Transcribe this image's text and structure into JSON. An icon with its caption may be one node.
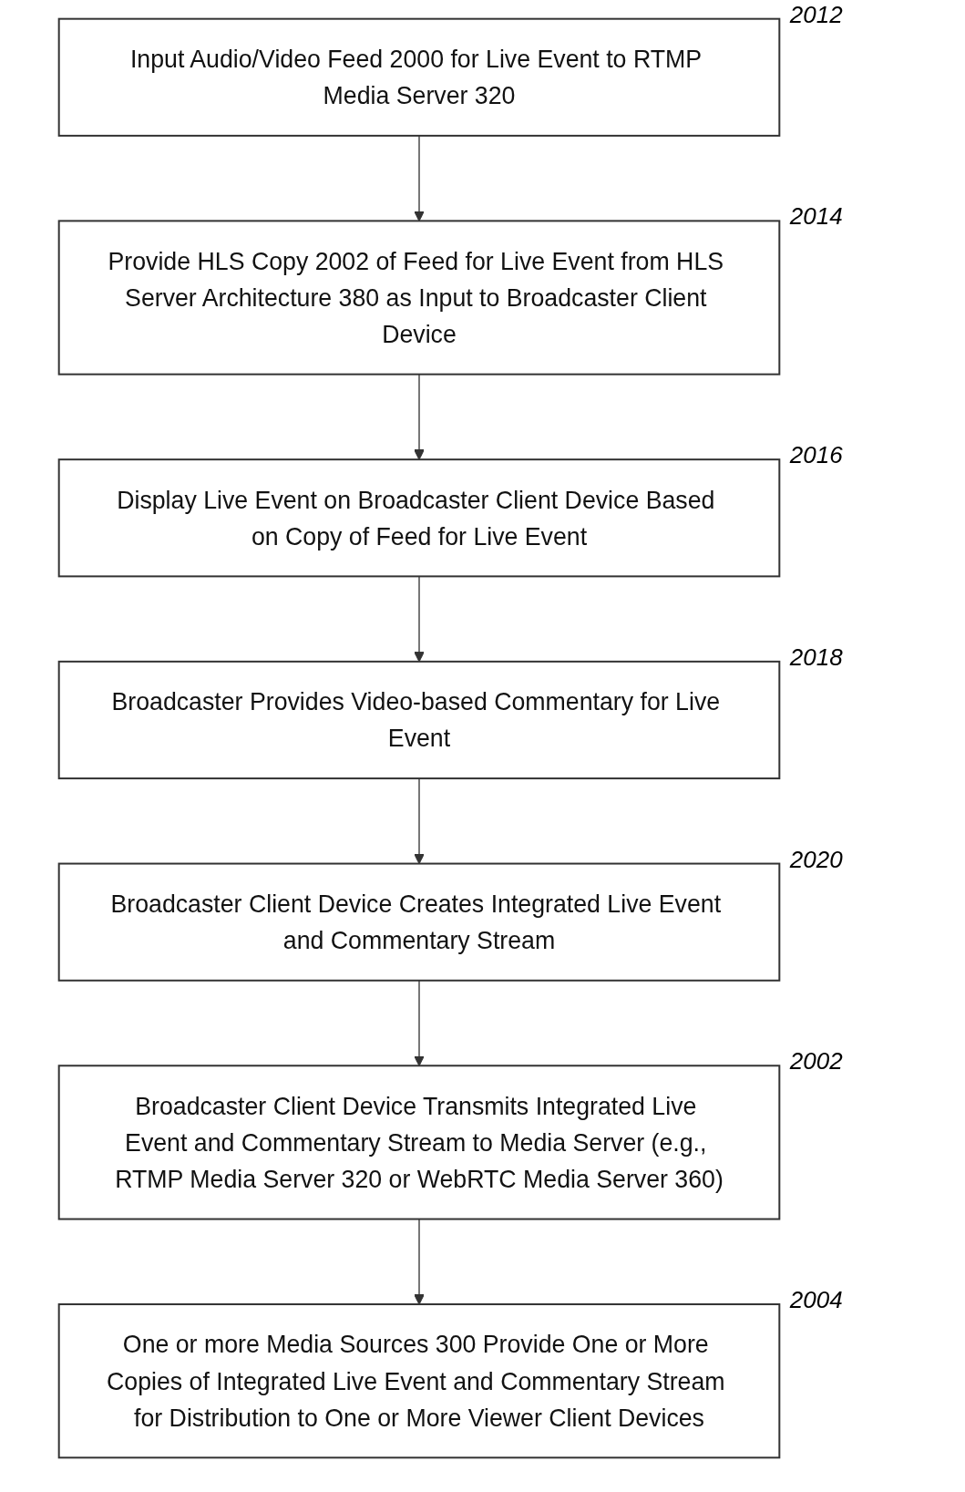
{
  "diagram": {
    "nodes": [
      {
        "text": [
          "Input Audio/Video Feed 2000 for Live Event to RTMP Media Server 320"
        ],
        "beside": [
          "2012"
        ]
      },
      {
        "text": [
          "Provide HLS Copy 2002 of Feed for Live Event from HLS Server Architecture 380 as Input to Broadcaster Client Device"
        ],
        "beside": [
          "2014"
        ]
      },
      {
        "text": [
          "Display Live Event on Broadcaster Client Device Based on Copy of Feed for Live Event"
        ],
        "beside": [
          "2016"
        ]
      },
      {
        "text": [
          "Broadcaster Provides Video-based Commentary for Live Event"
        ],
        "beside": [
          "2018"
        ]
      },
      {
        "text": [
          "Broadcaster Client Device Creates Integrated Live Event and Commentary Stream"
        ],
        "beside": [
          "2020"
        ]
      },
      {
        "text": [
          "Broadcaster Client Device Transmits Integrated Live Event and Commentary Stream to Media Server (e.g., RTMP Media Server 320 or WebRTC Media Server 360)"
        ],
        "beside": [
          "2002"
        ]
      },
      {
        "text": [
          "One or more Media Sources 300 Provide One or More Copies of Integrated Live Event and Commentary Stream for Distribution to One or More Viewer Client Devices"
        ],
        "beside": [
          "2004"
        ]
      }
    ],
    "edges": [
      {
        "from": 0,
        "to": 1,
        "arrow": "to"
      },
      {
        "from": 1,
        "to": 2,
        "arrow": "to"
      },
      {
        "from": 2,
        "to": 3,
        "arrow": "to"
      },
      {
        "from": 3,
        "to": 4,
        "arrow": "to"
      },
      {
        "from": 4,
        "to": 5,
        "arrow": "to"
      },
      {
        "from": 5,
        "to": 6,
        "arrow": "to"
      }
    ]
  }
}
